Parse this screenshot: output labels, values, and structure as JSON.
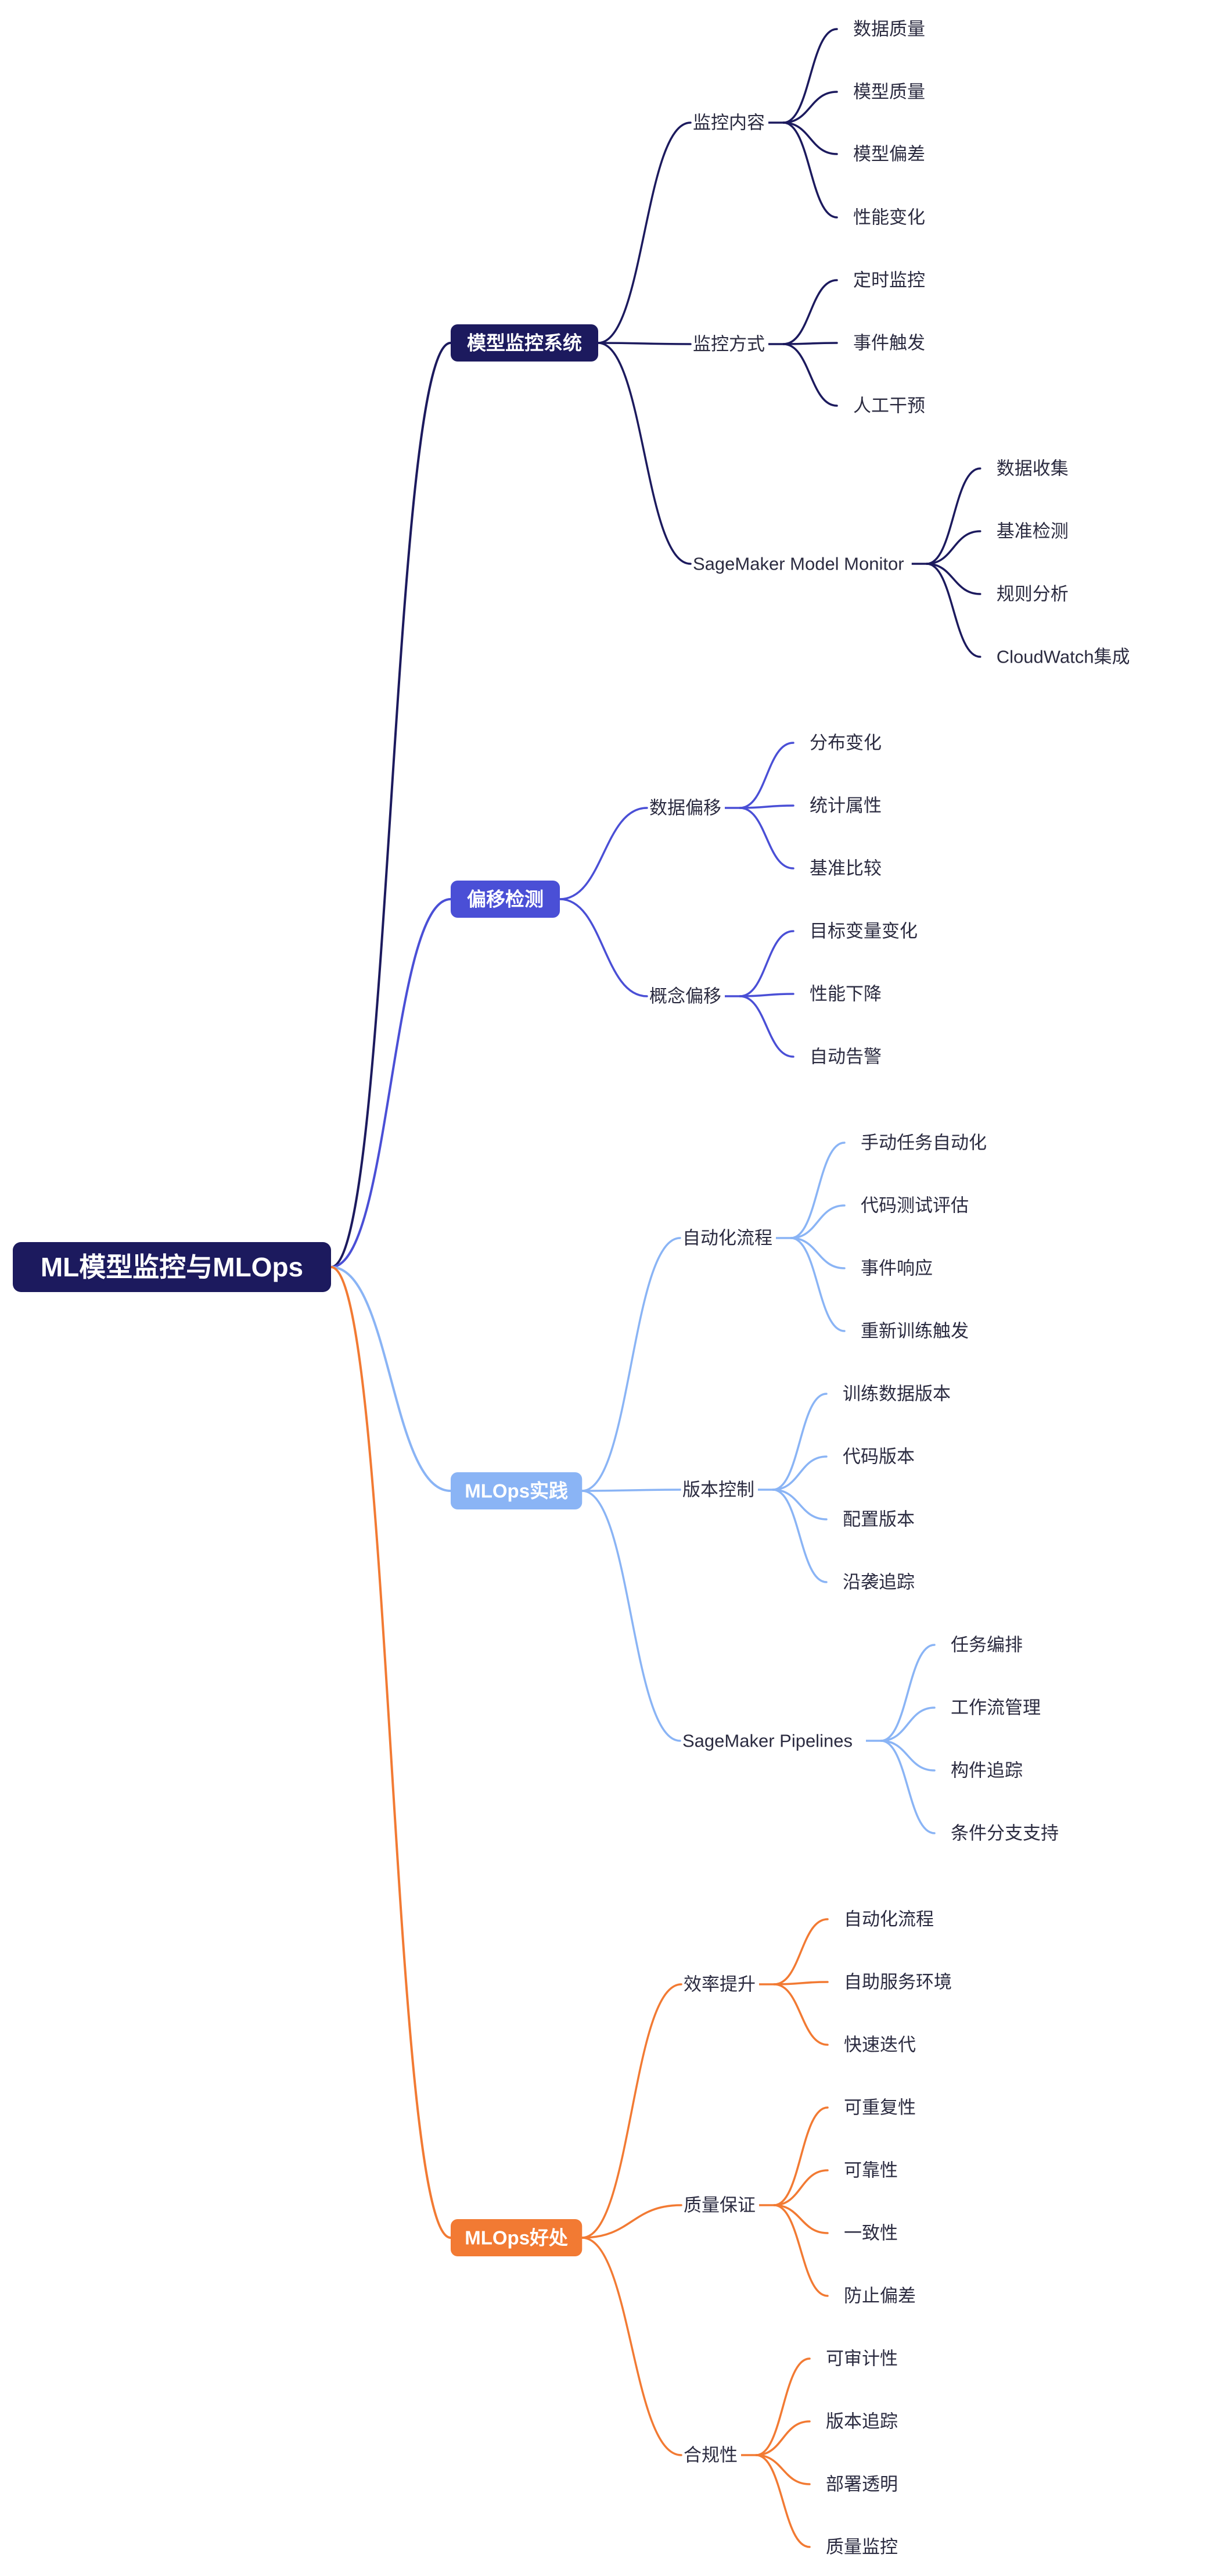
{
  "root": {
    "label": "ML模型监控与MLOps",
    "color": "#1c1a5e"
  },
  "branches": [
    {
      "label": "模型监控系统",
      "color": "#1c1a5e",
      "children": [
        {
          "label": "监控内容",
          "children": [
            "数据质量",
            "模型质量",
            "模型偏差",
            "性能变化"
          ]
        },
        {
          "label": "监控方式",
          "children": [
            "定时监控",
            "事件触发",
            "人工干预"
          ]
        },
        {
          "label": "SageMaker Model Monitor",
          "children": [
            "数据收集",
            "基准检测",
            "规则分析",
            "CloudWatch集成"
          ]
        }
      ]
    },
    {
      "label": "偏移检测",
      "color": "#4a4fd6",
      "children": [
        {
          "label": "数据偏移",
          "children": [
            "分布变化",
            "统计属性",
            "基准比较"
          ]
        },
        {
          "label": "概念偏移",
          "children": [
            "目标变量变化",
            "性能下降",
            "自动告警"
          ]
        }
      ]
    },
    {
      "label": "MLOps实践",
      "color": "#8ab4f5",
      "children": [
        {
          "label": "自动化流程",
          "children": [
            "手动任务自动化",
            "代码测试评估",
            "事件响应",
            "重新训练触发"
          ]
        },
        {
          "label": "版本控制",
          "children": [
            "训练数据版本",
            "代码版本",
            "配置版本",
            "沿袭追踪"
          ]
        },
        {
          "label": "SageMaker Pipelines",
          "children": [
            "任务编排",
            "工作流管理",
            "构件追踪",
            "条件分支支持"
          ]
        }
      ]
    },
    {
      "label": "MLOps好处",
      "color": "#f27a33",
      "children": [
        {
          "label": "效率提升",
          "children": [
            "自动化流程",
            "自助服务环境",
            "快速迭代"
          ]
        },
        {
          "label": "质量保证",
          "children": [
            "可重复性",
            "可靠性",
            "一致性",
            "防止偏差"
          ]
        },
        {
          "label": "合规性",
          "children": [
            "可审计性",
            "版本追踪",
            "部署透明",
            "质量监控"
          ]
        }
      ]
    }
  ]
}
